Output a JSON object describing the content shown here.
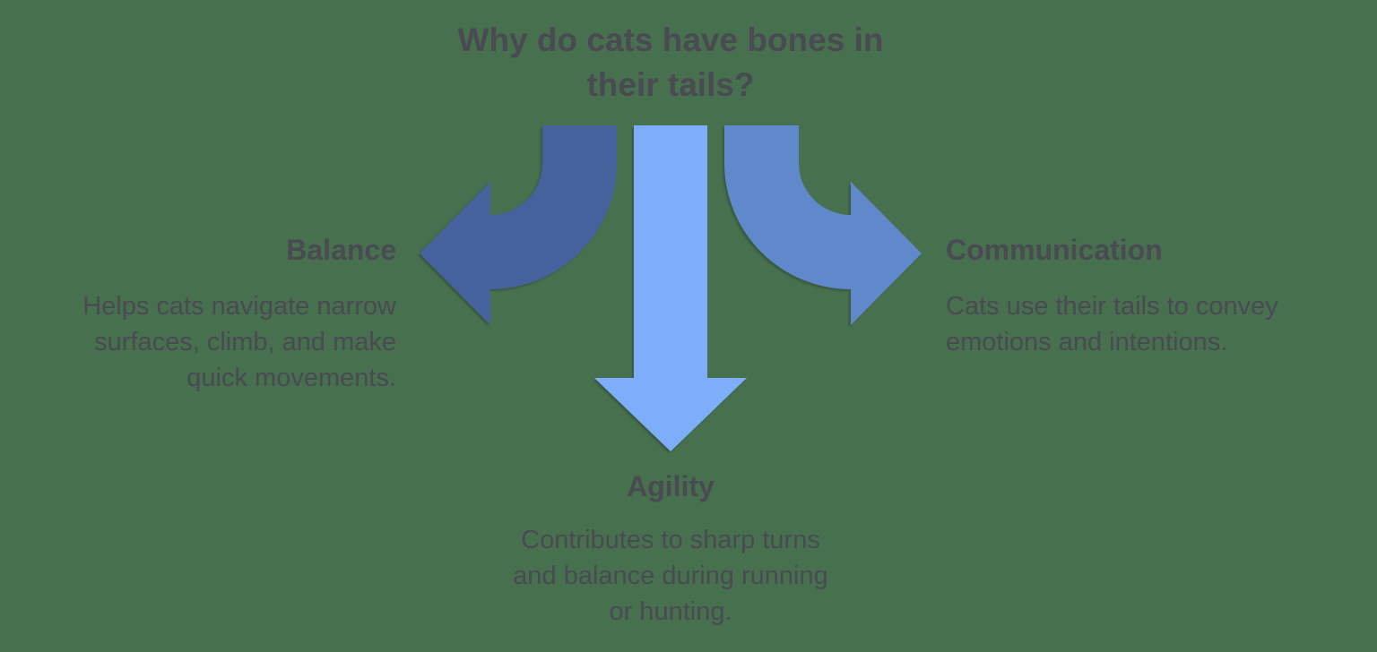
{
  "colors": {
    "background": "#47704F",
    "text": "#4A4A52",
    "balance_arrow": "#46629C",
    "agility_arrow": "#7EADFA",
    "communication_arrow": "#6089CB"
  },
  "title": {
    "lines": [
      "Why do cats have bones in",
      "their tails?"
    ]
  },
  "branches": {
    "balance": {
      "label": "Balance",
      "arrow_direction": "curved-left",
      "description_lines": [
        "Helps cats navigate narrow",
        "surfaces, climb, and make",
        "quick movements."
      ]
    },
    "agility": {
      "label": "Agility",
      "arrow_direction": "straight-down",
      "description_lines": [
        "Contributes to sharp turns",
        "and balance during running",
        "or hunting."
      ]
    },
    "communication": {
      "label": "Communication",
      "arrow_direction": "curved-right",
      "description_lines": [
        "Cats use their tails to convey",
        "emotions and intentions."
      ]
    }
  }
}
